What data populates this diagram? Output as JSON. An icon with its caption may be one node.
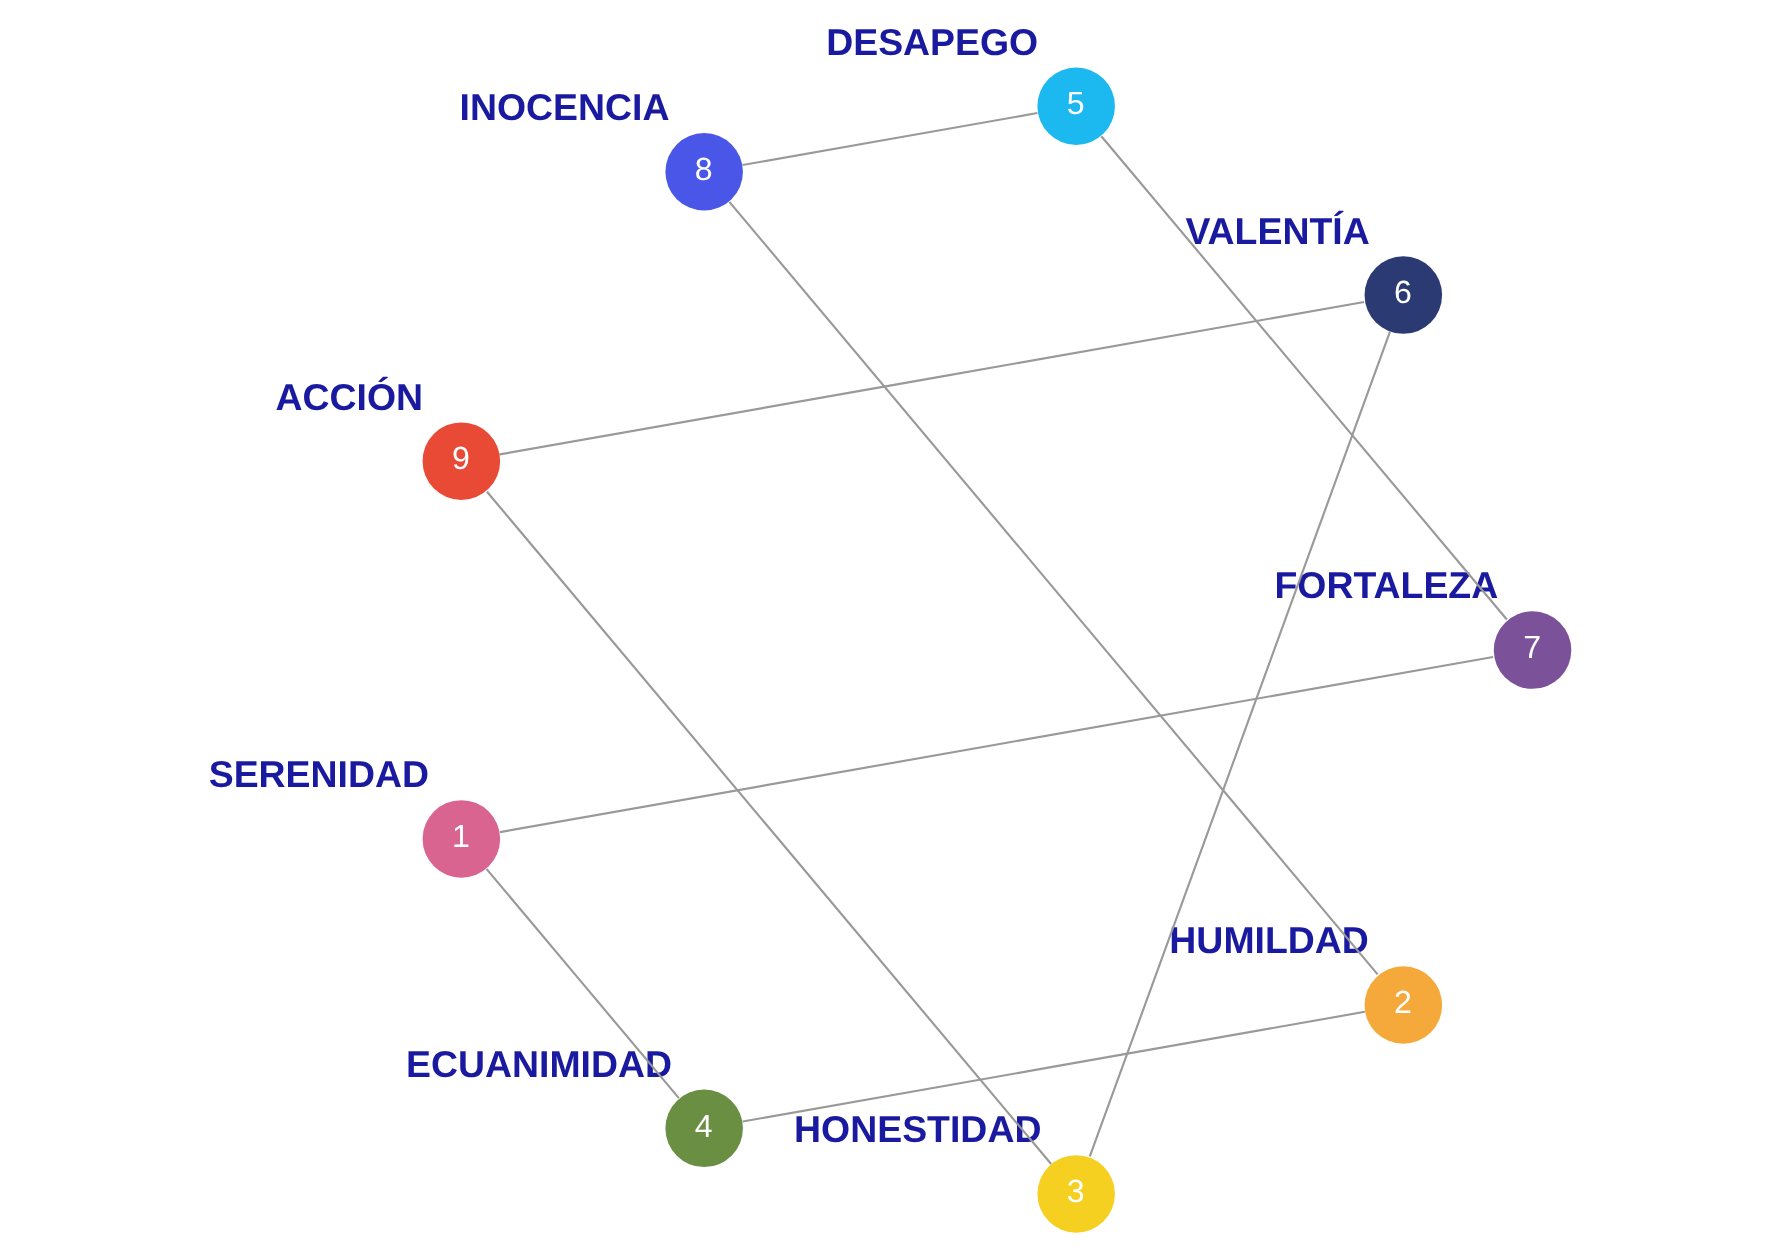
{
  "diagram": {
    "nodes": [
      {
        "text": [
          "9"
        ],
        "beside": [
          "ACCIÓN"
        ]
      },
      {
        "text": [
          "8"
        ],
        "beside": [
          "INOCENCIA"
        ]
      },
      {
        "text": [
          "1"
        ],
        "beside": [
          "SERENIDAD"
        ]
      },
      {
        "text": [
          "7"
        ],
        "beside": [
          "FORTALEZA"
        ]
      },
      {
        "text": [
          "2"
        ],
        "beside": [
          "HUMILDAD"
        ]
      },
      {
        "text": [
          "6"
        ],
        "beside": [
          "VALENTÍA"
        ]
      },
      {
        "text": [
          "3"
        ],
        "beside": [
          "HONESTIDAD"
        ]
      },
      {
        "text": [
          "5"
        ],
        "beside": [
          "DESAPEGO"
        ]
      },
      {
        "text": [
          "4"
        ],
        "beside": [
          "ECUANIMIDAD"
        ]
      }
    ],
    "edges": [
      {
        "from": 0,
        "to": 6,
        "arrow": "none"
      },
      {
        "from": 6,
        "to": 5,
        "arrow": "none"
      },
      {
        "from": 5,
        "to": 0,
        "arrow": "none"
      },
      {
        "from": 2,
        "to": 8,
        "arrow": "none"
      },
      {
        "from": 8,
        "to": 4,
        "arrow": "none"
      },
      {
        "from": 4,
        "to": 1,
        "arrow": "none"
      },
      {
        "from": 1,
        "to": 7,
        "arrow": "none"
      },
      {
        "from": 7,
        "to": 3,
        "arrow": "none"
      },
      {
        "from": 3,
        "to": 2,
        "arrow": "none"
      }
    ]
  }
}
